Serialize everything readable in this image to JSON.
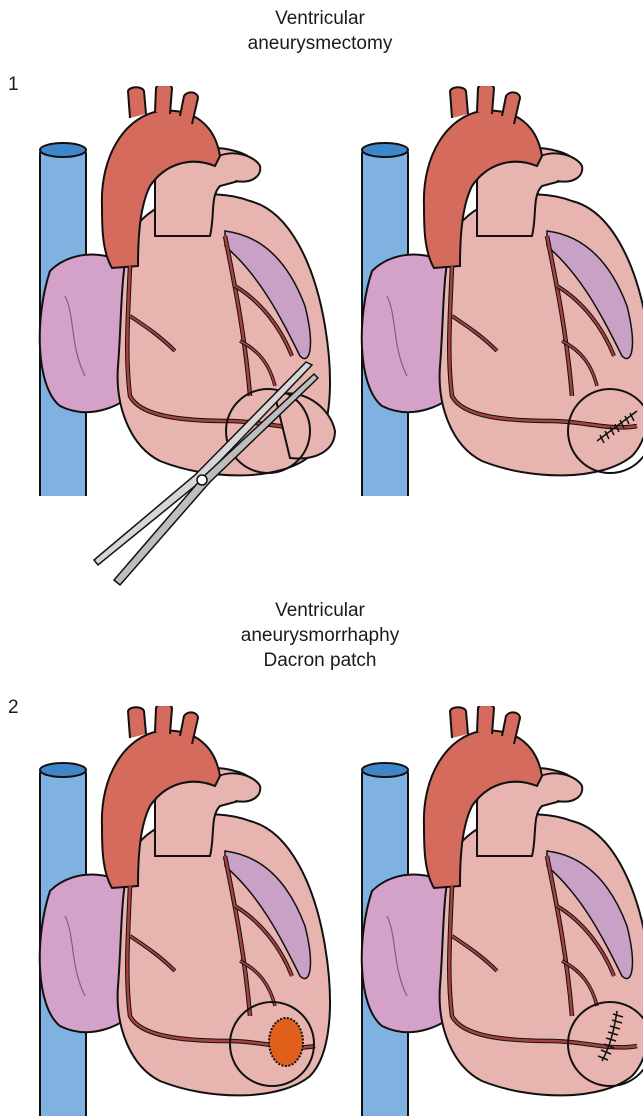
{
  "section1": {
    "number": "1",
    "title_line1": "Ventricular",
    "title_line2": "aneurysmectomy"
  },
  "section2": {
    "number": "2",
    "title_line1": "Ventricular",
    "title_line2": "aneurysmorrhaphy",
    "title_line3": "Dacron patch"
  },
  "colors": {
    "vessel": "#7fb2e0",
    "aorta": "#d46b5c",
    "heart": "#e8b4b0",
    "atrium": "#d4a2c8",
    "artery": "#a8423f",
    "patch": "#e0601b"
  }
}
